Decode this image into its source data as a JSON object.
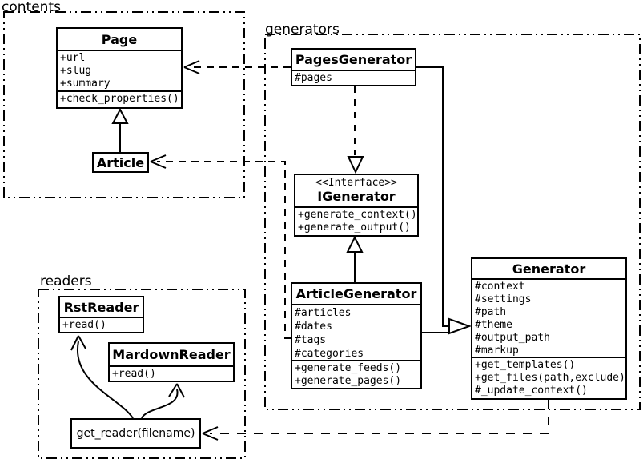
{
  "packages": {
    "contents": {
      "label": "contents"
    },
    "generators": {
      "label": "generators"
    },
    "readers": {
      "label": "readers"
    }
  },
  "classes": {
    "page": {
      "title": "Page",
      "attributes": [
        "+url",
        "+slug",
        "+summary"
      ],
      "methods": [
        "+check_properties()"
      ]
    },
    "article": {
      "title": "Article"
    },
    "pages_generator": {
      "title": "PagesGenerator",
      "attributes": [
        "#pages"
      ]
    },
    "igenerator": {
      "stereotype": "<<Interface>>",
      "title": "IGenerator",
      "methods": [
        "+generate_context()",
        "+generate_output()"
      ]
    },
    "article_generator": {
      "title": "ArticleGenerator",
      "attributes": [
        "#articles",
        "#dates",
        "#tags",
        "#categories"
      ],
      "methods": [
        "+generate_feeds()",
        "+generate_pages()"
      ]
    },
    "generator": {
      "title": "Generator",
      "attributes": [
        "#context",
        "#settings",
        "#path",
        "#theme",
        "#output_path",
        "#markup"
      ],
      "methods": [
        "+get_templates()",
        "+get_files(path,exclude)",
        "#_update_context()"
      ]
    },
    "rst_reader": {
      "title": "RstReader",
      "methods": [
        "+read()"
      ]
    },
    "mardown_reader": {
      "title": "MardownReader",
      "methods": [
        "+read()"
      ]
    },
    "get_reader": {
      "label": "get_reader(filename)"
    }
  },
  "relationships": [
    {
      "from": "PagesGenerator",
      "to": "Page",
      "type": "dependency-dashed-arrow"
    },
    {
      "from": "ArticleGenerator",
      "to": "Article",
      "type": "dependency-dashed-arrow"
    },
    {
      "from": "Article",
      "to": "Page",
      "type": "generalization-hollow-triangle"
    },
    {
      "from": "PagesGenerator",
      "to": "IGenerator",
      "type": "realization-dashed-hollow-triangle"
    },
    {
      "from": "ArticleGenerator",
      "to": "IGenerator",
      "type": "generalization-hollow-triangle"
    },
    {
      "from": "PagesGenerator",
      "to": "Generator",
      "type": "generalization-hollow-triangle"
    },
    {
      "from": "ArticleGenerator",
      "to": "Generator",
      "type": "generalization-hollow-triangle"
    },
    {
      "from": "Generator",
      "to": "get_reader",
      "type": "dependency-dashed-arrow"
    },
    {
      "from": "get_reader",
      "to": "RstReader",
      "type": "curved-open-arrow"
    },
    {
      "from": "get_reader",
      "to": "MardownReader",
      "type": "curved-open-arrow"
    }
  ],
  "colors": {
    "line": "#000000",
    "background": "#ffffff",
    "box_fill": "#ffffff"
  }
}
